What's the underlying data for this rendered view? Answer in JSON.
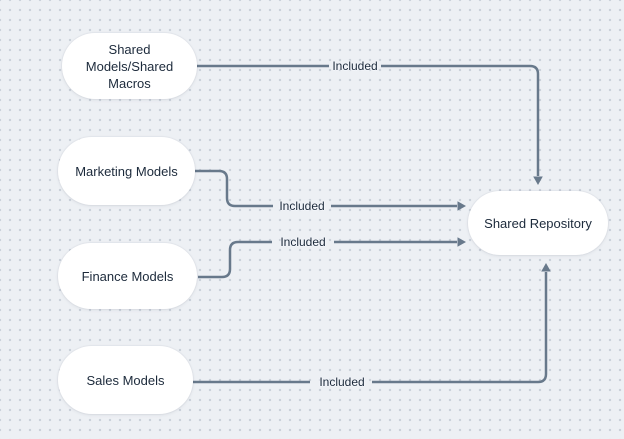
{
  "diagram": {
    "type": "flowchart",
    "background_color": "#edf0f4",
    "dot_grid_color": "#c8cfd9",
    "node_fill_color": "#ffffff",
    "text_color": "#1c2a3b",
    "connector_color": "#68798b",
    "nodes": [
      {
        "id": "shared-models-shared-macros",
        "label": "Shared\nModels/Shared\nMacros"
      },
      {
        "id": "marketing-models",
        "label": "Marketing Models"
      },
      {
        "id": "finance-models",
        "label": "Finance Models"
      },
      {
        "id": "sales-models",
        "label": "Sales Models"
      },
      {
        "id": "shared-repository",
        "label": "Shared Repository"
      }
    ],
    "connectors": [
      {
        "from": "shared-models-shared-macros",
        "to": "shared-repository",
        "label": "Included",
        "arrow_enters": "top"
      },
      {
        "from": "marketing-models",
        "to": "shared-repository",
        "label": "Included",
        "arrow_enters": "left"
      },
      {
        "from": "finance-models",
        "to": "shared-repository",
        "label": "Included",
        "arrow_enters": "left"
      },
      {
        "from": "sales-models",
        "to": "shared-repository",
        "label": "Included",
        "arrow_enters": "bottom"
      }
    ]
  }
}
